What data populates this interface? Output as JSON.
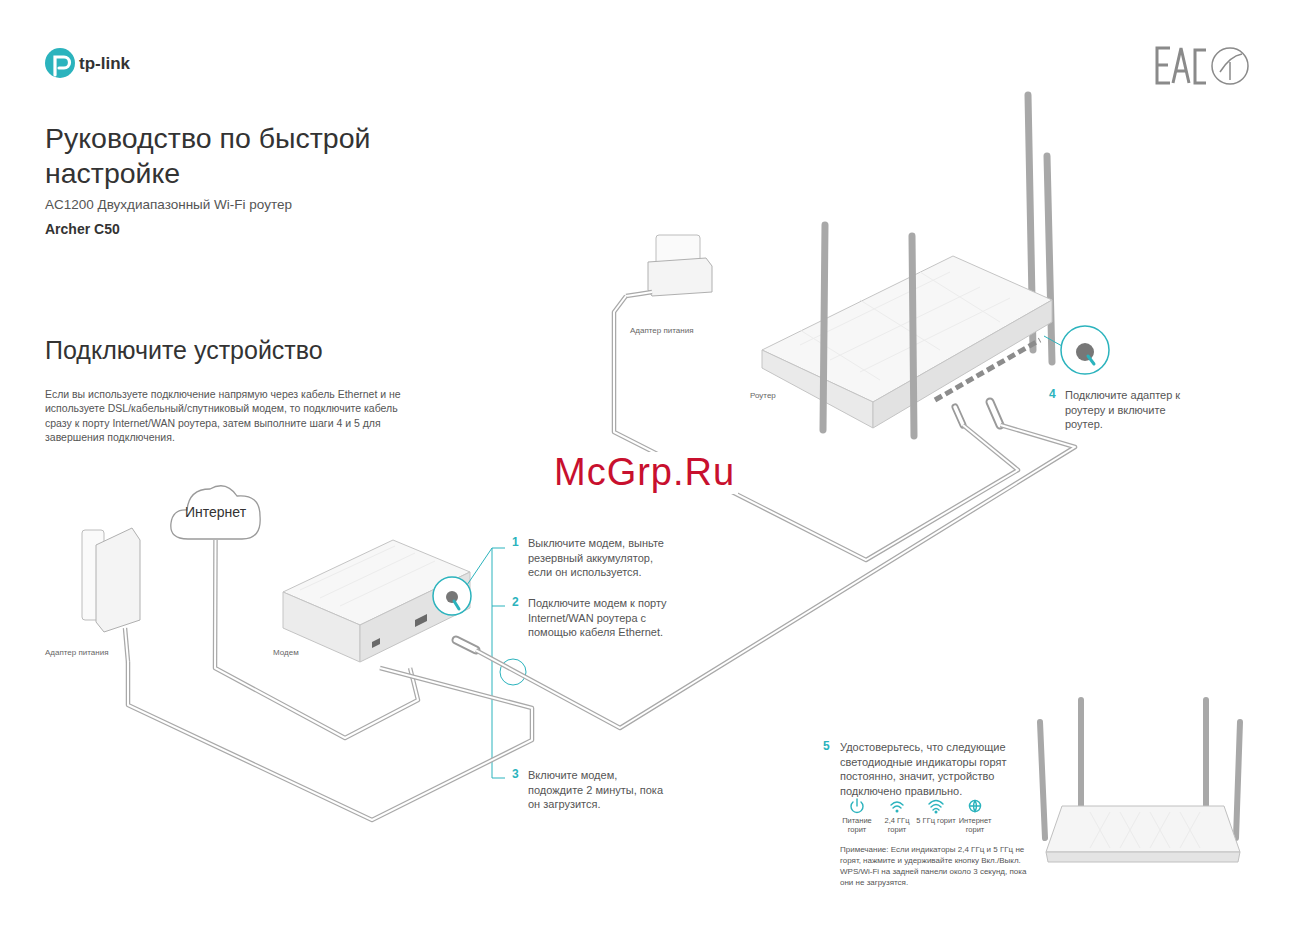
{
  "diagram": {
    "title": "Руководство по быстрой настройке",
    "nodes": [
      {
        "text": [
          "Адаптер питания"
        ]
      },
      {
        "text": [
          "Роутер"
        ]
      },
      {
        "text": [
          "Интернет"
        ]
      },
      {
        "text": [
          "Адаптер питания"
        ]
      },
      {
        "text": [
          "Модем"
        ]
      }
    ],
    "edges": [
      {
        "from": 0,
        "to": 1,
        "arrow": "none"
      },
      {
        "from": 2,
        "to": 4,
        "arrow": "none"
      },
      {
        "from": 3,
        "to": 4,
        "arrow": "none"
      },
      {
        "from": 4,
        "to": 1,
        "arrow": "none"
      }
    ],
    "labels": [
      "tp-link",
      "AC1200 Двухдиапазонный Wi-Fi роутер",
      "Archer C50",
      "Подключите устройство",
      "Если вы используете подключение напрямую через кабель Ethernet и не используете DSL/кабельный/спутниковый модем, то подключите кабель сразу к порту Internet/WAN роутера, затем выполните шаги 4 и 5 для завершения подключения.",
      "McGrp.Ru",
      "1",
      "Выключите модем, выньте резервный аккумулятор, если он используется.",
      "2",
      "Подключите модем к порту Internet/WAN роутера с помощью кабеля Ethernet.",
      "3",
      "Включите модем, подождите 2 минуты, пока он загрузится.",
      "4",
      "Подключите адаптер к роутеру и включите роутер.",
      "5",
      "Удостоверьтесь, что следующие светодиодные индикаторы горят постоянно, значит, устройство подключено правильно.",
      "Питание горит",
      "2,4 ГГц горит",
      "5 ГГц горит",
      "Интернет горит",
      "Примечание: Если индикаторы 2,4 ГГц и 5 ГГц не горят, нажмите и удерживайте кнопку Вкл./Выкл. WPS/Wi-Fi на задней панели около 3 секунд, пока они не загрузятся."
    ]
  }
}
